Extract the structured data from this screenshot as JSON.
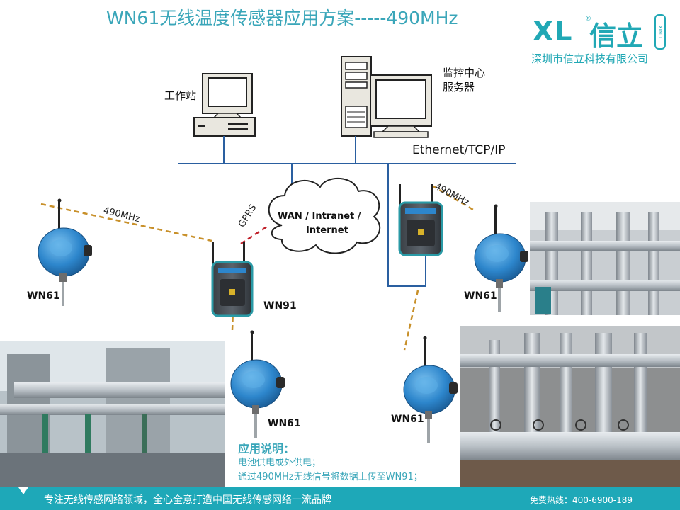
{
  "title": "WN61无线温度传感器应用方案-----490MHz",
  "logo": {
    "mark": "XL",
    "registered": "®",
    "brand": "信立",
    "side": "XINLI",
    "company": "深圳市信立科技有限公司"
  },
  "nodes": {
    "workstation": "工作站",
    "server_line1": "监控中心",
    "server_line2": "服务器",
    "network": "Ethernet/TCP/IP",
    "cloud_line1": "WAN / Intranet /",
    "cloud_line2": "Internet",
    "gprs": "GPRS",
    "freq_left": "490MHz",
    "freq_right": "490MHz",
    "wn61_left": "WN61",
    "wn91": "WN91",
    "wn61_bottom_mid": "WN61",
    "wn61_bottom_right": "WN61",
    "wn61_right": "WN61"
  },
  "note": {
    "heading": "应用说明：",
    "lines": [
      "电池供电或外供电；",
      "通过490MHz无线信号将数据上传至WN91；"
    ]
  },
  "footer": {
    "slogan": "专注无线传感网络领域，全心全意打造中国无线传感网络一流品牌",
    "hotline": "免费热线：400-6900-189"
  },
  "colors": {
    "accent": "#3aa6b9",
    "footer": "#1ea8b8",
    "network_line": "#2a5fa0",
    "wireless_dash": "#c8902a",
    "gprs_dash": "#c0202a",
    "sensor_blue": "#2d86cc"
  }
}
